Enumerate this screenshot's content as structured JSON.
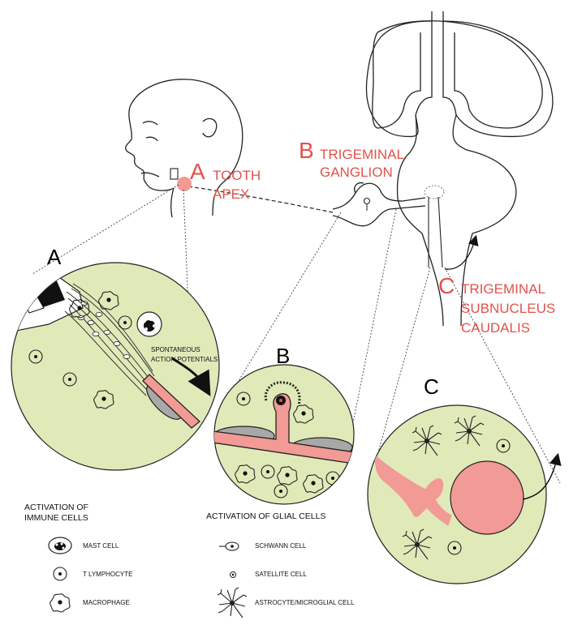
{
  "sites": {
    "a_letter": "A",
    "a_label_1": "TOOTH",
    "a_label_2": "APEX",
    "b_letter": "B",
    "b_label_1": "TRIGEMINAL",
    "b_label_2": "GANGLION",
    "c_letter": "C",
    "c_label_1": "TRIGEMINAL",
    "c_label_2": "SUBNUCLEUS",
    "c_label_3": "CAUDALIS"
  },
  "panels": {
    "a": "A",
    "b": "B",
    "c": "C",
    "spont_1": "SPONTANEOUS",
    "spont_2": "ACTION POTENTIALS"
  },
  "legend": {
    "immune_title_1": "ACTIVATION OF",
    "immune_title_2": "IMMUNE CELLS",
    "glial_title": "ACTIVATION OF GLIAL CELLS",
    "mast_cell": "MAST CELL",
    "t_lymphocyte": "T LYMPHOCYTE",
    "macrophage": "MACROPHAGE",
    "schwann_cell": "SCHWANN CELL",
    "satellite_cell": "SATELLITE CELL",
    "astrocyte": "ASTROCYTE/MICROGLIAL CELL"
  },
  "colors": {
    "label_red": "#e2524b",
    "disc_green": "#e0e9b8",
    "neuron_pink": "#f29a96",
    "myelin_gray": "#a8a8a8"
  }
}
